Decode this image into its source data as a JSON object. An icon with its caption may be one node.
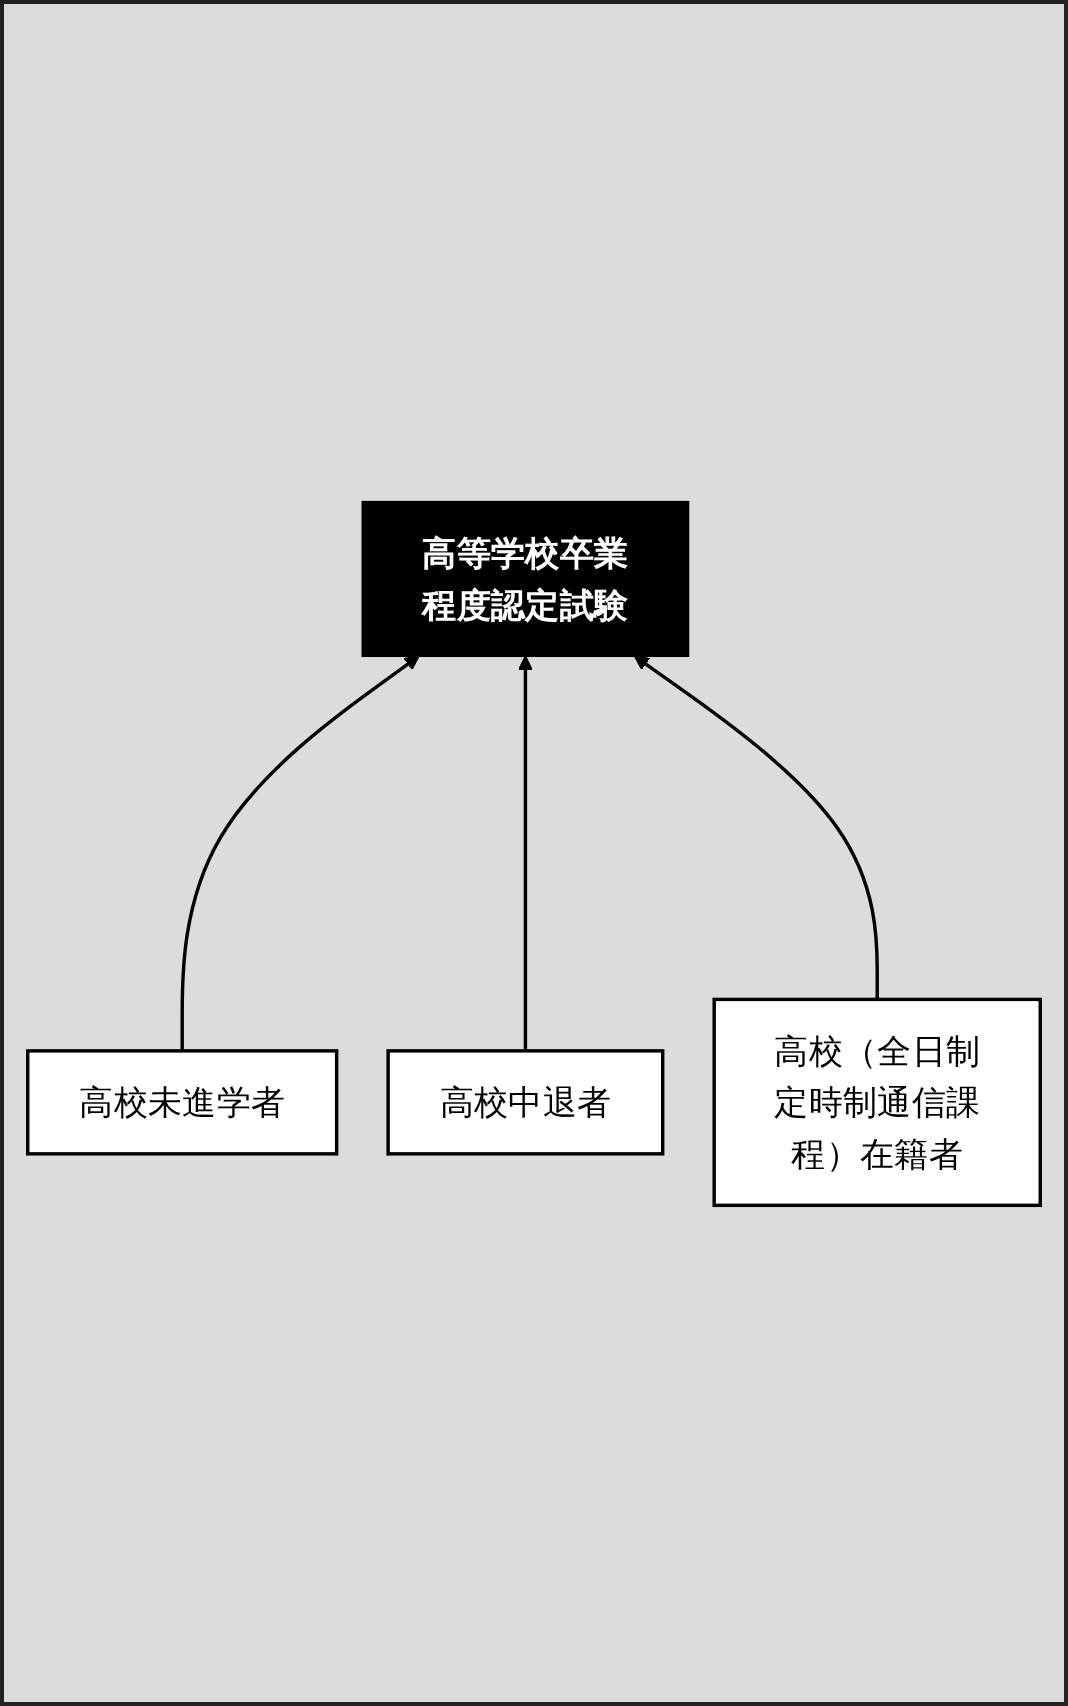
{
  "diagram": {
    "nodes": [
      {
        "text": [
          "高等学校卒業程度認定試験"
        ]
      },
      {
        "text": [
          "高校未進学者"
        ]
      },
      {
        "text": [
          "高校中退者"
        ]
      },
      {
        "text": [
          "高校（全日制定時制通信課程）在籍者"
        ]
      }
    ],
    "edges": [
      {
        "from": 1,
        "to": 0,
        "arrow": "to"
      },
      {
        "from": 2,
        "to": 0,
        "arrow": "to"
      },
      {
        "from": 3,
        "to": 0,
        "arrow": "to"
      }
    ]
  }
}
